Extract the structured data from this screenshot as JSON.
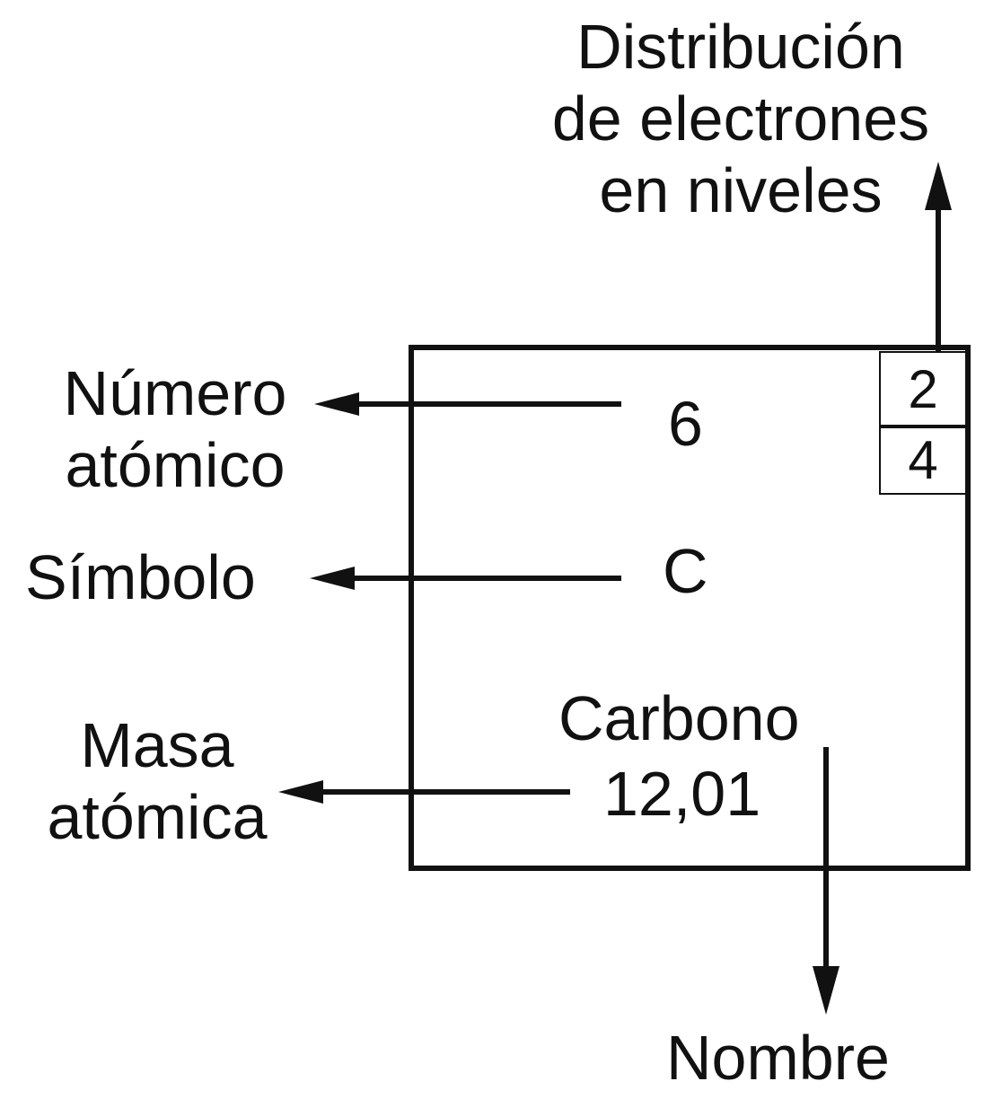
{
  "labels": {
    "distribution": [
      "Distribución",
      "de electrones",
      "en niveles"
    ],
    "atomic_number": [
      "Número",
      "atómico"
    ],
    "symbol": "Símbolo",
    "atomic_mass": [
      "Masa",
      "atómica"
    ],
    "name": "Nombre"
  },
  "element": {
    "atomic_number": "6",
    "symbol": "C",
    "name": "Carbono",
    "mass": "12,01",
    "shells": [
      "2",
      "4"
    ]
  }
}
